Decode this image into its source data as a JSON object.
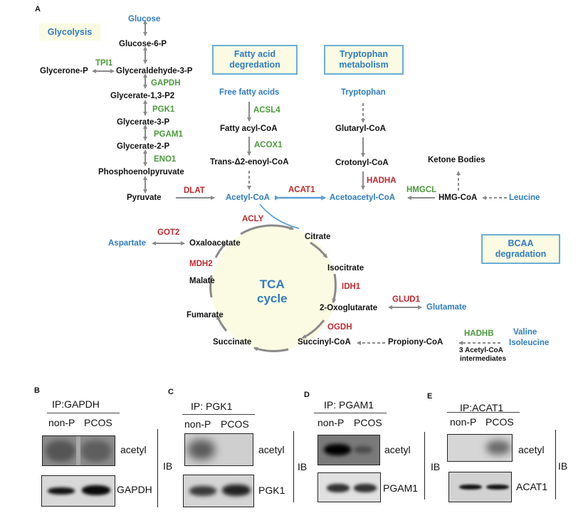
{
  "panels": {
    "A": "A",
    "B": "B",
    "C": "C",
    "D": "D",
    "E": "E"
  },
  "pathway_boxes": {
    "glycolysis": "Glycolysis",
    "fatty_acid": [
      "Fatty acid",
      "degredation"
    ],
    "tryptophan": [
      "Tryptophan",
      "metabolism"
    ],
    "bcaa": [
      "BCAA",
      "degradation"
    ],
    "tca": [
      "TCA",
      "cycle"
    ]
  },
  "colors": {
    "metabolite": "#111111",
    "entry_metabolite": "#2e7bbf",
    "enzyme_green": "#4a9a3a",
    "enzyme_red": "#c0282e",
    "box_fill": "#fbfbe3",
    "box_border": "#6aaed8",
    "tca_fill": "#fbfbe3",
    "arrow": "#8a8a8a"
  },
  "glycolysis": {
    "metabolites": [
      "Glucose",
      "Glucose-6-P",
      "Glyceraldehyde-3-P",
      "Glycerone-P",
      "Glycerate-1,3-P2",
      "Glycerate-3-P",
      "Glycerate-2-P",
      "Phosphoenolpyruvate",
      "Pyruvate"
    ],
    "enzymes": [
      "TPI1",
      "GAPDH",
      "PGK1",
      "PGAM1",
      "ENO1"
    ]
  },
  "fatty_acid": {
    "metabolites": [
      "Free fatty acids",
      "Fatty acyl-CoA",
      "Trans-Δ2-enoyl-CoA"
    ],
    "enzymes": [
      "ACSL4",
      "ACOX1"
    ]
  },
  "tryptophan": {
    "metabolites": [
      "Tryptophan",
      "Glutaryl-CoA",
      "Crotonyl-CoA"
    ],
    "enzymes": [
      "HADHA"
    ]
  },
  "central": {
    "metabolites": [
      "Acetyl-CoA",
      "Acetoacetyl-CoA",
      "HMG-CoA",
      "Ketone Bodies",
      "Leucine"
    ],
    "enzymes": [
      "DLAT",
      "ACAT1",
      "HMGCL",
      "ACLY"
    ]
  },
  "tca": {
    "metabolites": [
      "Citrate",
      "Isocitrate",
      "2-Oxoglutarate",
      "Succinyl-CoA",
      "Succinate",
      "Fumarate",
      "Malate",
      "Oxaloacetate"
    ],
    "enzymes": [
      "IDH1",
      "OGDH",
      "MDH2"
    ],
    "side": [
      "Aspartate",
      "GOT2",
      "Glutamate",
      "GLUD1"
    ]
  },
  "bcaa": {
    "metabolites": [
      "Propiony-CoA",
      "Valine",
      "Isoleucine",
      "3 Acetyl-CoA",
      "intermediates"
    ],
    "enzymes": [
      "HADHB"
    ]
  },
  "blots": [
    {
      "panel": "B",
      "ip": "IP:GAPDH",
      "lanes": [
        "non-P",
        "PCOS"
      ],
      "rows": [
        "acetyl",
        "GAPDH"
      ],
      "ib": "IB",
      "acetyl_signal": {
        "non-P": 0.55,
        "PCOS": 0.5
      },
      "loading_signal": {
        "non-P": 0.8,
        "PCOS": 0.95
      }
    },
    {
      "panel": "C",
      "ip": "IP: PGK1",
      "lanes": [
        "non-P",
        "PCOS"
      ],
      "rows": [
        "acetyl",
        "PGK1"
      ],
      "ib": "IB",
      "acetyl_signal": {
        "non-P": 0.35,
        "PCOS": 0.05
      },
      "loading_signal": {
        "non-P": 0.55,
        "PCOS": 0.7
      }
    },
    {
      "panel": "D",
      "ip": "IP: PGAM1",
      "lanes": [
        "non-P",
        "PCOS"
      ],
      "rows": [
        "acetyl",
        "PGAM1"
      ],
      "ib": "IB",
      "acetyl_signal": {
        "non-P": 1.0,
        "PCOS": 0.3
      },
      "loading_signal": {
        "non-P": 0.7,
        "PCOS": 0.7
      }
    },
    {
      "panel": "E",
      "ip": "IP:ACAT1",
      "lanes": [
        "non-P",
        "PCOS"
      ],
      "rows": [
        "acetyl",
        "ACAT1"
      ],
      "ib": "IB",
      "acetyl_signal": {
        "non-P": 0.0,
        "PCOS": 0.35
      },
      "loading_signal": {
        "non-P": 0.85,
        "PCOS": 0.85
      }
    }
  ]
}
